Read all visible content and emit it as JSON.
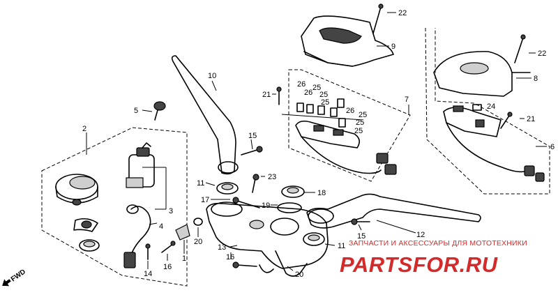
{
  "callouts": [
    "22",
    "9",
    "22",
    "8",
    "21",
    "26",
    "26",
    "25",
    "25",
    "25",
    "26",
    "7",
    "25",
    "25",
    "25",
    "24",
    "21",
    "6",
    "10",
    "5",
    "2",
    "15",
    "3",
    "4",
    "23",
    "11",
    "18",
    "17",
    "19",
    "12",
    "15",
    "20",
    "1",
    "14",
    "16",
    "13",
    "11",
    "16",
    "20"
  ],
  "watermark": {
    "caption": "ЗАПЧАСТИ И АКСЕССУАРЫ ДЛЯ МОТОТЕХНИКИ",
    "brand": "PARTSFOR.RU",
    "color": "#d32b2b"
  },
  "direction_label": "FWD",
  "colors": {
    "line": "#000000",
    "background": "#ffffff",
    "watermark": "#d32b2b"
  }
}
